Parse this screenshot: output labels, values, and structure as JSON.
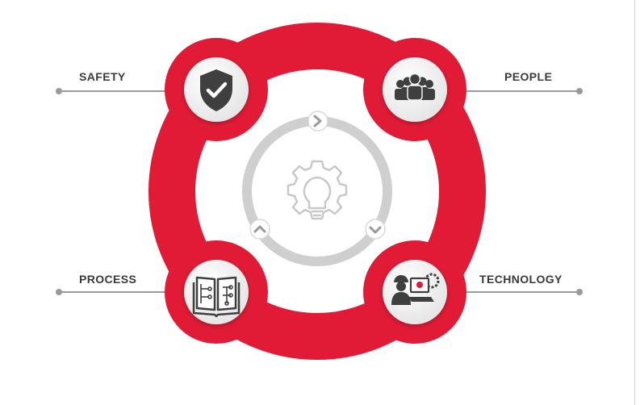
{
  "colors": {
    "accent": "#e11b36",
    "accent_dark": "#c8142c",
    "connector": "#9a9a9a",
    "icon_dark": "#3f3f3f",
    "badge_bg": "#f2f2f2",
    "ring_gray": "#cfcfcf",
    "label_text": "#3a3a3a"
  },
  "diagram": {
    "center_icon": "lightbulb-gear-icon",
    "cycle_arrows": [
      "chevron-right-icon",
      "chevron-down-icon",
      "chevron-up-icon"
    ],
    "nodes": [
      {
        "label": "SAFETY",
        "icon": "shield-check-icon"
      },
      {
        "label": "PEOPLE",
        "icon": "people-group-icon"
      },
      {
        "label": "PROCESS",
        "icon": "book-process-icon"
      },
      {
        "label": "TECHNOLOGY",
        "icon": "engineer-computer-icon"
      }
    ]
  }
}
